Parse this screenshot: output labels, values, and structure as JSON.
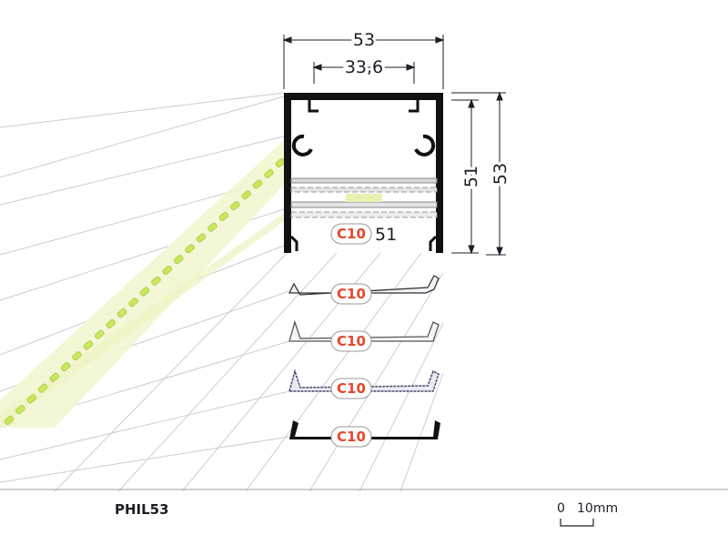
{
  "product_code": "PHIL53",
  "dimensions": {
    "outer_width": "53",
    "inner_width": "33,6",
    "height_outer": "53",
    "height_inner": "51",
    "internal_label": "51"
  },
  "covers": [
    {
      "label": "C10",
      "style": "clear"
    },
    {
      "label": "C10",
      "style": "clear-stepped"
    },
    {
      "label": "C10",
      "style": "frosted"
    },
    {
      "label": "C10",
      "style": "black"
    }
  ],
  "profile_cover_label": "C10",
  "scale": {
    "zero": "0",
    "value": "10mm"
  },
  "colors": {
    "profile": "#111111",
    "accent": "#e8452c",
    "led_green": "#c9e85a",
    "led_glow": "#f4f7cf",
    "line": "#c8ccd4"
  }
}
